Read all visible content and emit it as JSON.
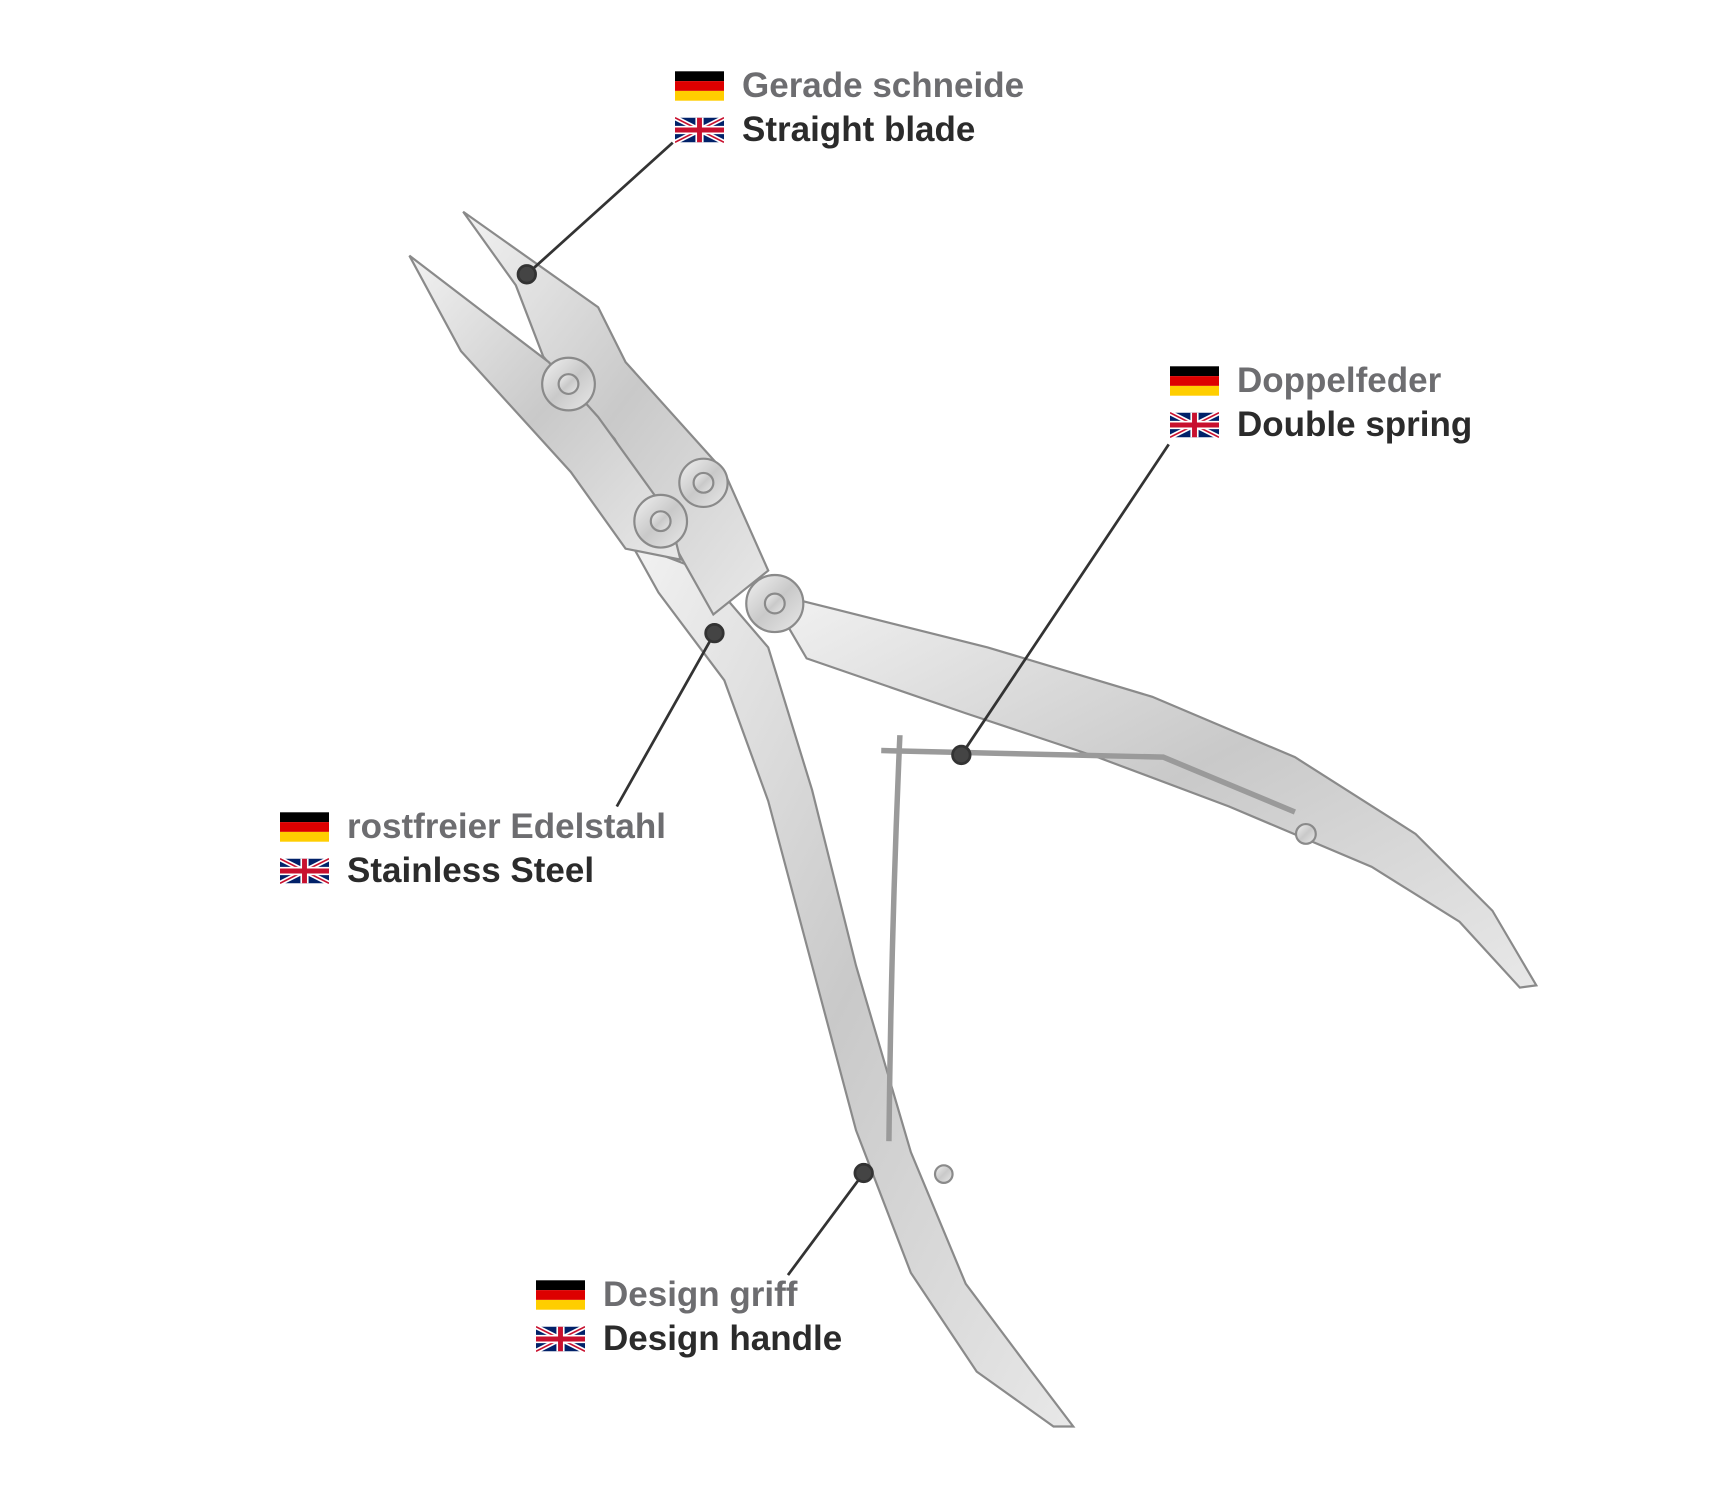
{
  "callouts": [
    {
      "id": "blade",
      "de": "Gerade schneide",
      "en": "Straight blade"
    },
    {
      "id": "spring",
      "de": "Doppelfeder",
      "en": "Double spring"
    },
    {
      "id": "steel",
      "de": "rostfreier Edelstahl",
      "en": "Stainless Steel"
    },
    {
      "id": "handle",
      "de": "Design griff",
      "en": "Design handle"
    }
  ],
  "icons": {
    "german": "german-flag-icon",
    "uk": "uk-flag-icon"
  },
  "colors": {
    "german_text": "#6d6d70",
    "english_text": "#2b2b2b",
    "leader": "#333333"
  }
}
